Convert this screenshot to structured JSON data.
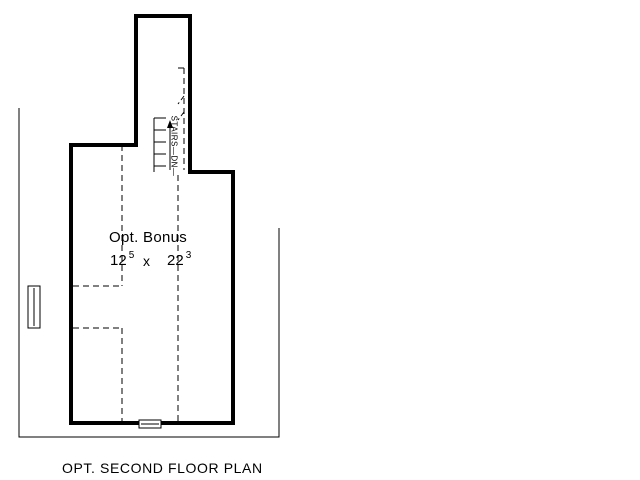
{
  "plan": {
    "room": {
      "name": "Opt. Bonus",
      "width": {
        "ft": "12",
        "in": "5"
      },
      "separator": "x",
      "length": {
        "ft": "22",
        "in": "3"
      }
    },
    "stairs_label": "STAIRS—DN—",
    "title": "OPT. SECOND FLOOR PLAN"
  }
}
